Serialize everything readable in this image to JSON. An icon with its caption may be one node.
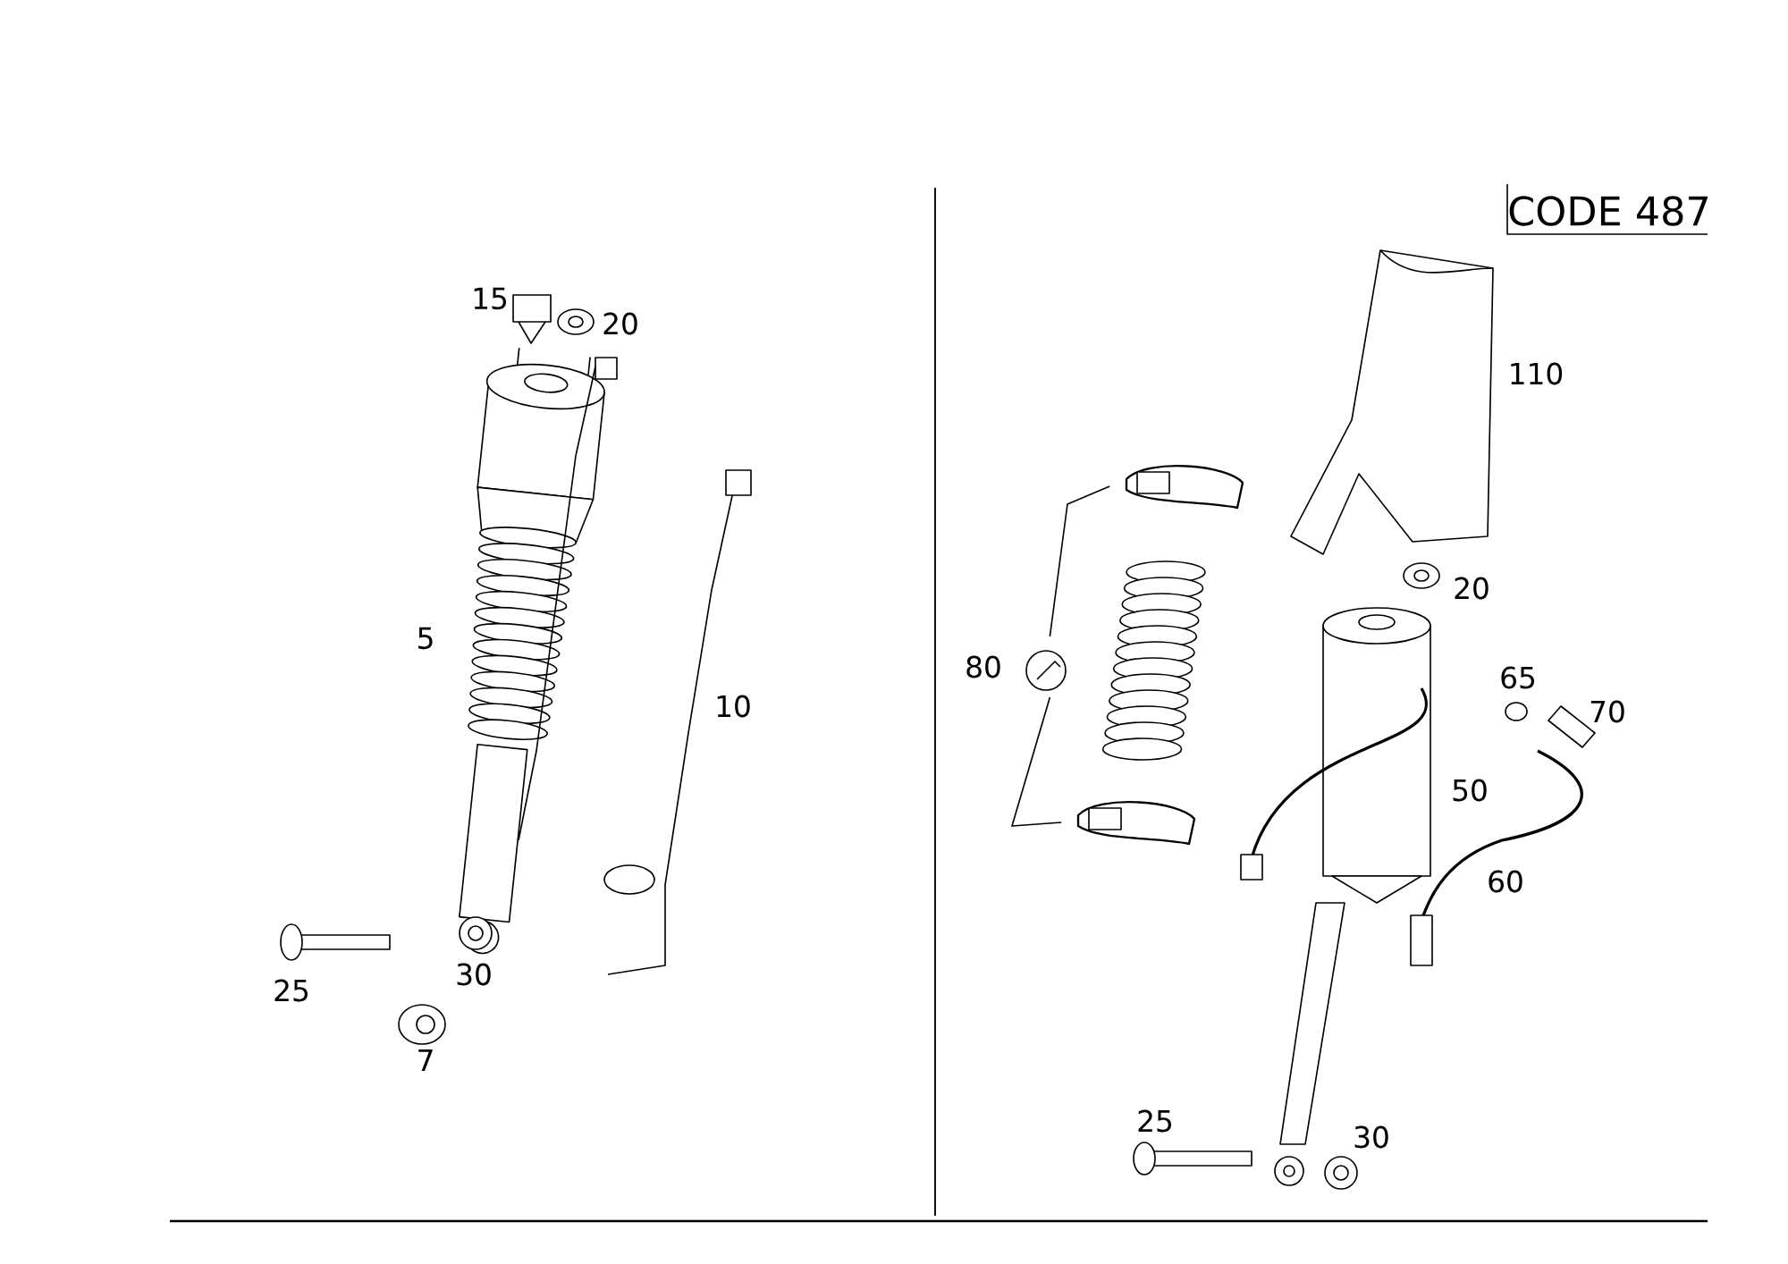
{
  "diagram": {
    "nodes": [
      {
        "text": [
          "80"
        ]
      },
      {
        "text": [],
        "shape": "picture"
      },
      {
        "text": [],
        "shape": "picture"
      }
    ],
    "edges": [
      {
        "from": 0,
        "to": 1,
        "arrow": "none"
      },
      {
        "from": 0,
        "to": 2,
        "arrow": "none"
      }
    ],
    "labels": [
      "15",
      "20",
      "5",
      "10",
      "25",
      "30",
      "7",
      "CODE 487",
      "110",
      "20",
      "65",
      "70",
      "50",
      "60",
      "25",
      "30"
    ]
  }
}
